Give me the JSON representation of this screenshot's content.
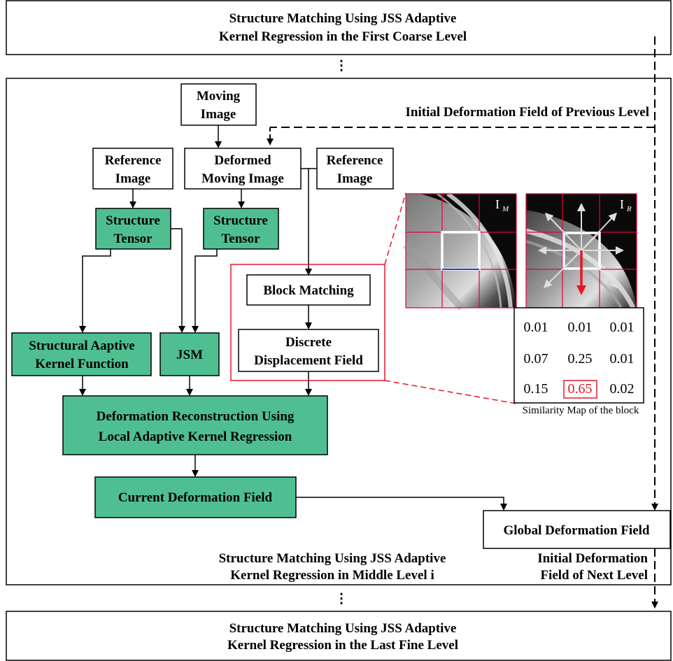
{
  "levels": {
    "first": [
      "Structure Matching Using JSS Adaptive",
      "Kernel Regression in the First Coarse Level"
    ],
    "middle": [
      "Structure Matching Using JSS Adaptive",
      "Kernel Regression in Middle Level i"
    ],
    "last": [
      "Structure Matching Using JSS Adaptive",
      "Kernel Regression in the Last Fine Level"
    ],
    "ellipsis": "⋮"
  },
  "nodes": {
    "moving_image": [
      "Moving",
      "Image"
    ],
    "reference_image_left": [
      "Reference",
      "Image"
    ],
    "deformed_moving_image": [
      "Deformed",
      "Moving Image"
    ],
    "reference_image_right": [
      "Reference",
      "Image"
    ],
    "structure_tensor_left": [
      "Structure",
      "Tensor"
    ],
    "structure_tensor_right": [
      "Structure",
      "Tensor"
    ],
    "block_matching": "Block Matching",
    "discrete_displacement_field": [
      "Discrete",
      "Displacement Field"
    ],
    "structural_kernel_function": [
      "Structural Aaptive",
      "Kernel Function"
    ],
    "jsm": "JSM",
    "deformation_reconstruction": [
      "Deformation Reconstruction Using",
      "Local Adaptive Kernel Regression"
    ],
    "current_deformation_field": "Current Deformation Field",
    "global_deformation_field": "Global Deformation Field"
  },
  "annotations": {
    "initial_prev": "Initial Deformation Field of Previous Level",
    "initial_next": [
      "Initial Deformation",
      "Field of Next Level"
    ]
  },
  "images": {
    "moving_label": "I",
    "moving_sub": "M",
    "reference_label": "I",
    "reference_sub": "R"
  },
  "similarity_map": {
    "rows": [
      [
        "0.01",
        "0.01",
        "0.01"
      ],
      [
        "0.07",
        "0.25",
        "0.01"
      ],
      [
        "0.15",
        "0.65",
        "0.02"
      ]
    ],
    "highlight": "0.65",
    "caption": "Similarity Map of the block"
  },
  "colors": {
    "green_fill": "#4fbf91",
    "red_accent": "#e8152a",
    "grid_red": "#e8003a",
    "border": "#000000"
  }
}
